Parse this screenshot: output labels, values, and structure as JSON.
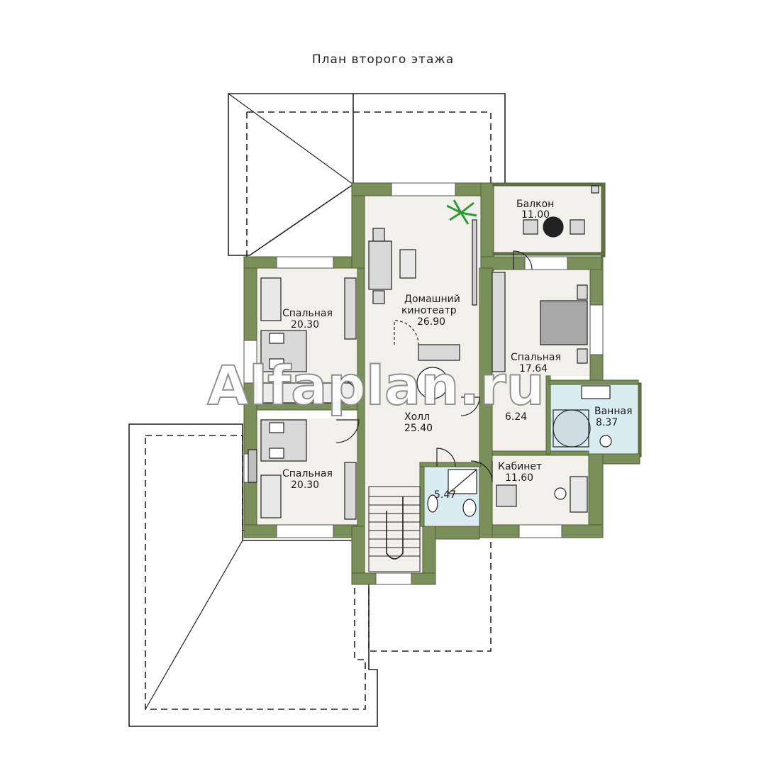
{
  "title": "План второго этажа",
  "watermark": "Alfaplan.ru",
  "colors": {
    "wall": "#7a8f5a",
    "wall_dark": "#5f7344",
    "floor": "#f1f0ea",
    "wet_floor": "#d8ecf2",
    "furniture": "#d9d9d9",
    "outline": "#222222",
    "plant": "#2e9a3a"
  },
  "rooms": [
    {
      "id": "balcony",
      "name": "Балкон",
      "area": "11.00"
    },
    {
      "id": "home-theater",
      "name": "Домашний кинотеатр",
      "name_line1": "Домашний",
      "name_line2": "кинотеатр",
      "area": "26.90"
    },
    {
      "id": "bedroom-top-left",
      "name": "Спальная",
      "area": "20.30"
    },
    {
      "id": "bedroom-right",
      "name": "Спальная",
      "area": "17.64"
    },
    {
      "id": "hall",
      "name": "Холл",
      "area": "25.40"
    },
    {
      "id": "dressing",
      "name": "",
      "area": "6.24"
    },
    {
      "id": "bathroom",
      "name": "Ванная",
      "area": "8.37"
    },
    {
      "id": "study",
      "name": "Кабинет",
      "area": "11.60"
    },
    {
      "id": "wc",
      "name": "",
      "area": "5.47"
    },
    {
      "id": "bedroom-bottom-left",
      "name": "Спальная",
      "area": "20.30"
    }
  ]
}
